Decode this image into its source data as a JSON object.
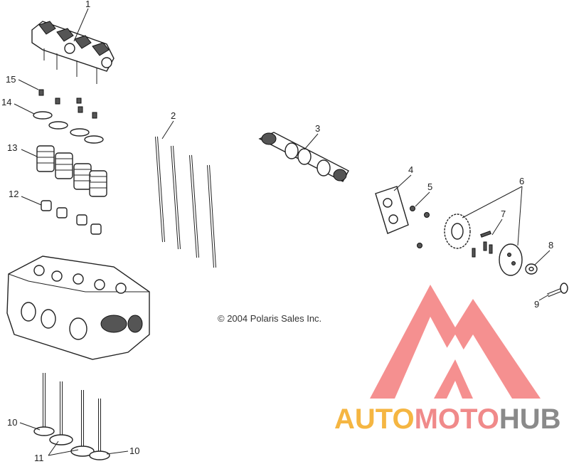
{
  "copyright": "© 2004 Polaris Sales Inc.",
  "callouts": [
    {
      "id": "1",
      "text": "1"
    },
    {
      "id": "2",
      "text": "2"
    },
    {
      "id": "3",
      "text": "3"
    },
    {
      "id": "4",
      "text": "4"
    },
    {
      "id": "5",
      "text": "5"
    },
    {
      "id": "6",
      "text": "6"
    },
    {
      "id": "7",
      "text": "7"
    },
    {
      "id": "8",
      "text": "8"
    },
    {
      "id": "9",
      "text": "9"
    },
    {
      "id": "10a",
      "text": "10"
    },
    {
      "id": "10b",
      "text": "10"
    },
    {
      "id": "11",
      "text": "11"
    },
    {
      "id": "12",
      "text": "12"
    },
    {
      "id": "13",
      "text": "13"
    },
    {
      "id": "14",
      "text": "14"
    },
    {
      "id": "15",
      "text": "15"
    }
  ],
  "watermark": {
    "logo": "AUTOMOTOHUB",
    "part1": "AUTO",
    "part2": "MOTO",
    "part3": "HUB",
    "color1": "#f5b642",
    "color2": "#f08a8a",
    "color3": "#8a8a8a",
    "logo_color": "#f26b6b"
  }
}
